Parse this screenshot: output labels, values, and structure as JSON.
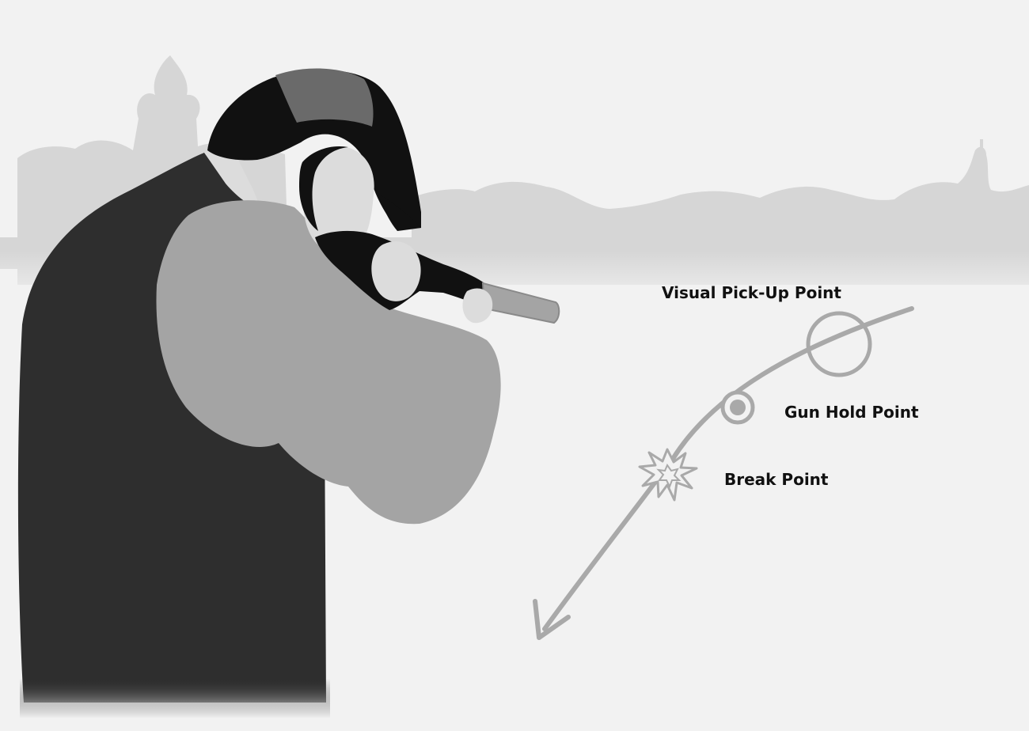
{
  "labels": {
    "pickup": "Visual Pick-Up Point",
    "hold": "Gun Hold Point",
    "break": "Break Point"
  },
  "colors": {
    "background": "#f2f2f2",
    "treeline": "#d6d6d6",
    "vest": "#2e2e2e",
    "sleeve": "#a4a4a4",
    "cap": "#111111",
    "skin": "#dcdcdc",
    "path": "#a9a9a9"
  }
}
